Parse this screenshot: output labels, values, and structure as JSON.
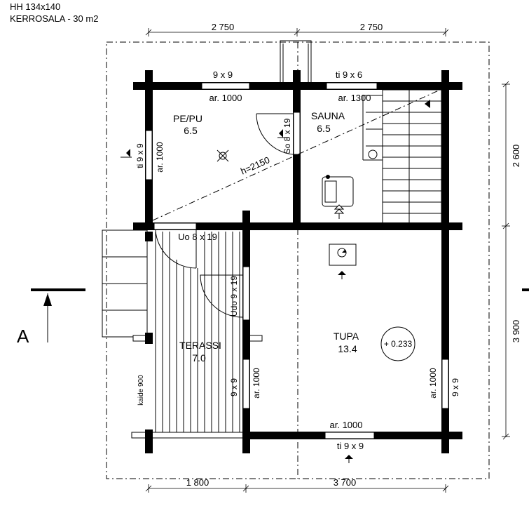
{
  "header": {
    "line1": "HH 134x140",
    "line2": "KERROSALA - 30 m2"
  },
  "dimensions": {
    "top_left": "2 750",
    "top_right": "2 750",
    "bottom_left": "1 800",
    "bottom_right": "3 700",
    "right_upper": "2 600",
    "right_lower": "3 900"
  },
  "rooms": {
    "pepu": {
      "name": "PE/PU",
      "area": "6.5"
    },
    "sauna": {
      "name": "SAUNA",
      "area": "6.5"
    },
    "tupa": {
      "name": "TUPA",
      "area": "13.4"
    },
    "terassi": {
      "name": "TERASSI",
      "area": "7.0"
    }
  },
  "openings": {
    "pepu_top_window": "9 x 9",
    "pepu_top_window_ar": "ar. 1000",
    "sauna_top_window": "ti 9 x 6",
    "sauna_top_window_ar": "ar. 1300",
    "pepu_left_window": "ti 9 x 9",
    "pepu_left_window_ar": "ar. 1000",
    "sauna_door": "So 8 x 19",
    "outer_door": "Uo 8 x 19",
    "tupa_door": "Udo 9 x 19",
    "tupa_left_window": "9 x 9",
    "tupa_left_window_ar": "ar. 1000",
    "tupa_right_window": "9 x 9",
    "tupa_right_window_ar": "ar. 1000",
    "tupa_bottom_window": "ti 9 x 9",
    "tupa_bottom_window_ar": "ar. 1000"
  },
  "annotations": {
    "ceiling_height": "h=2150",
    "chimney": "+ 0.233",
    "railing": "kaide 900",
    "section_marker": "A"
  }
}
